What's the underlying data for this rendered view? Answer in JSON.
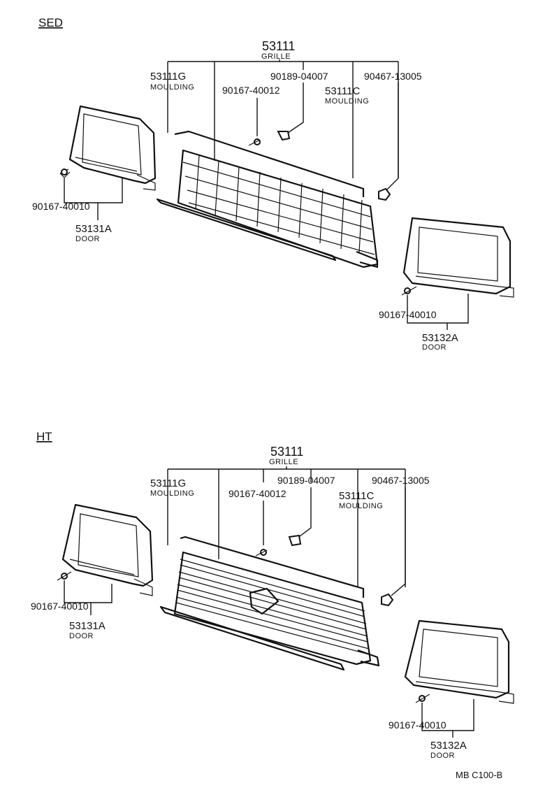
{
  "sections": [
    {
      "label": "SED",
      "grille": {
        "number": "53111",
        "name": "GRILLE"
      },
      "moulding_upper": {
        "number": "53111G",
        "name": "MOULDING"
      },
      "screw_center": "90167-40012",
      "clip": "90189-04007",
      "moulding_side": {
        "number": "53111C",
        "name": "MOULDING"
      },
      "nut": "90467-13005",
      "screw_left": "90167-40010",
      "door_left": {
        "number": "53131A",
        "name": "DOOR"
      },
      "screw_right": "90167-40010",
      "door_right": {
        "number": "53132A",
        "name": "DOOR"
      }
    },
    {
      "label": "HT",
      "grille": {
        "number": "53111",
        "name": "GRILLE"
      },
      "moulding_upper": {
        "number": "53111G",
        "name": "MOULDING"
      },
      "screw_center": "90167-40012",
      "clip": "90189-04007",
      "moulding_side": {
        "number": "53111C",
        "name": "MOULDING"
      },
      "nut": "90467-13005",
      "screw_left": "90167-40010",
      "door_left": {
        "number": "53131A",
        "name": "DOOR"
      },
      "screw_right": "90167-40010",
      "door_right": {
        "number": "53132A",
        "name": "DOOR"
      }
    }
  ],
  "footer": {
    "code": "MB  C100-B"
  }
}
